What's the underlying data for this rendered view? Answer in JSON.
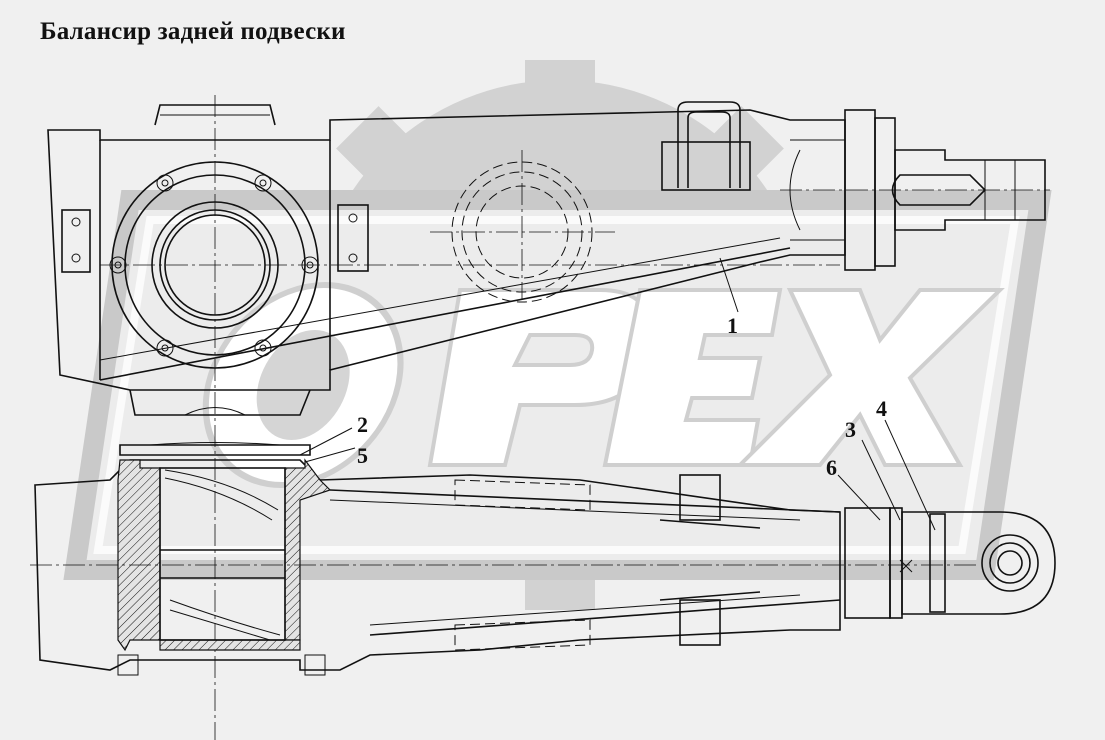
{
  "page": {
    "title": "Балансир задней подвески"
  },
  "watermark": {
    "text": "OPEX"
  },
  "callouts": [
    {
      "label": "1"
    },
    {
      "label": "2"
    },
    {
      "label": "5"
    },
    {
      "label": "3"
    },
    {
      "label": "4"
    },
    {
      "label": "6"
    }
  ]
}
